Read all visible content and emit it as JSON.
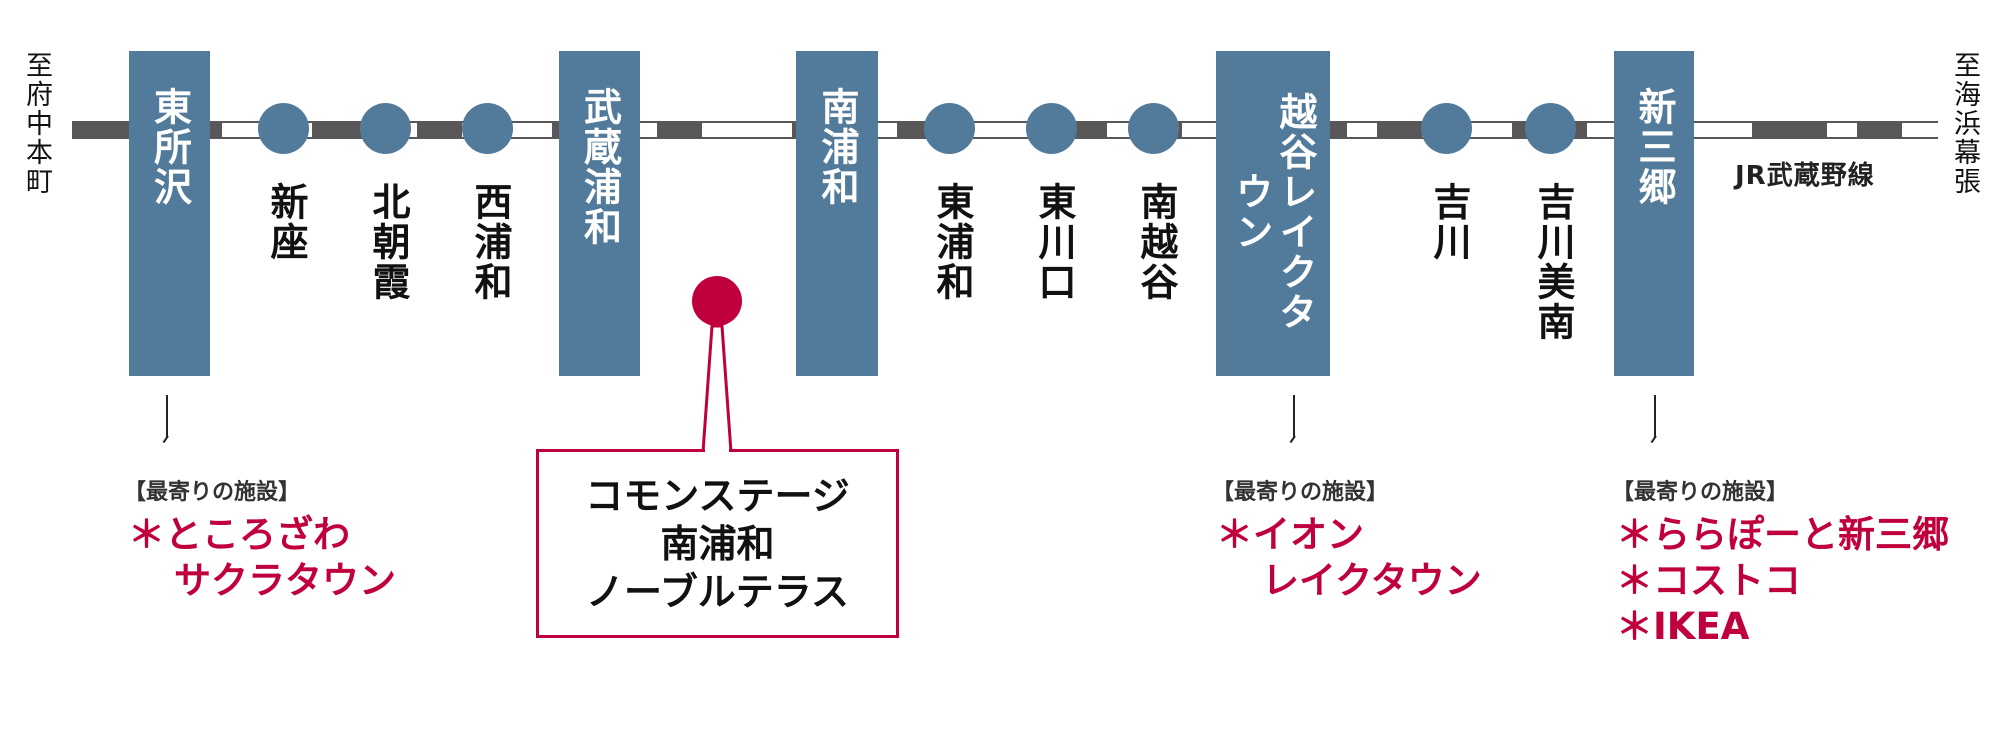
{
  "line_name": "JR武蔵野線",
  "destinations": {
    "west": "至府中本町",
    "east": "至海浜幕張"
  },
  "major_stations": [
    "東所沢",
    "武蔵浦和",
    "南浦和",
    "越谷レイクタウン",
    "新三郷"
  ],
  "minor_stations": [
    "新座",
    "北朝霞",
    "西浦和",
    "東浦和",
    "東川口",
    "南越谷",
    "吉川",
    "吉川美南"
  ],
  "property": {
    "lines": [
      "コモンステージ",
      "南浦和",
      "ノーブルテラス"
    ]
  },
  "facilities": [
    {
      "station": "東所沢",
      "heading": "【最寄りの施設】",
      "items": [
        "＊ところざわ",
        "サクラタウン"
      ]
    },
    {
      "station": "越谷レイクタウン",
      "heading": "【最寄りの施設】",
      "items": [
        "＊イオン",
        "レイクタウン"
      ]
    },
    {
      "station": "新三郷",
      "heading": "【最寄りの施設】",
      "items": [
        "＊ららぽーと新三郷",
        "＊コストコ",
        "＊IKEA"
      ]
    }
  ],
  "colors": {
    "station_blue": "#527a9a",
    "accent_red": "#c0003c",
    "track": "#5a5758"
  }
}
